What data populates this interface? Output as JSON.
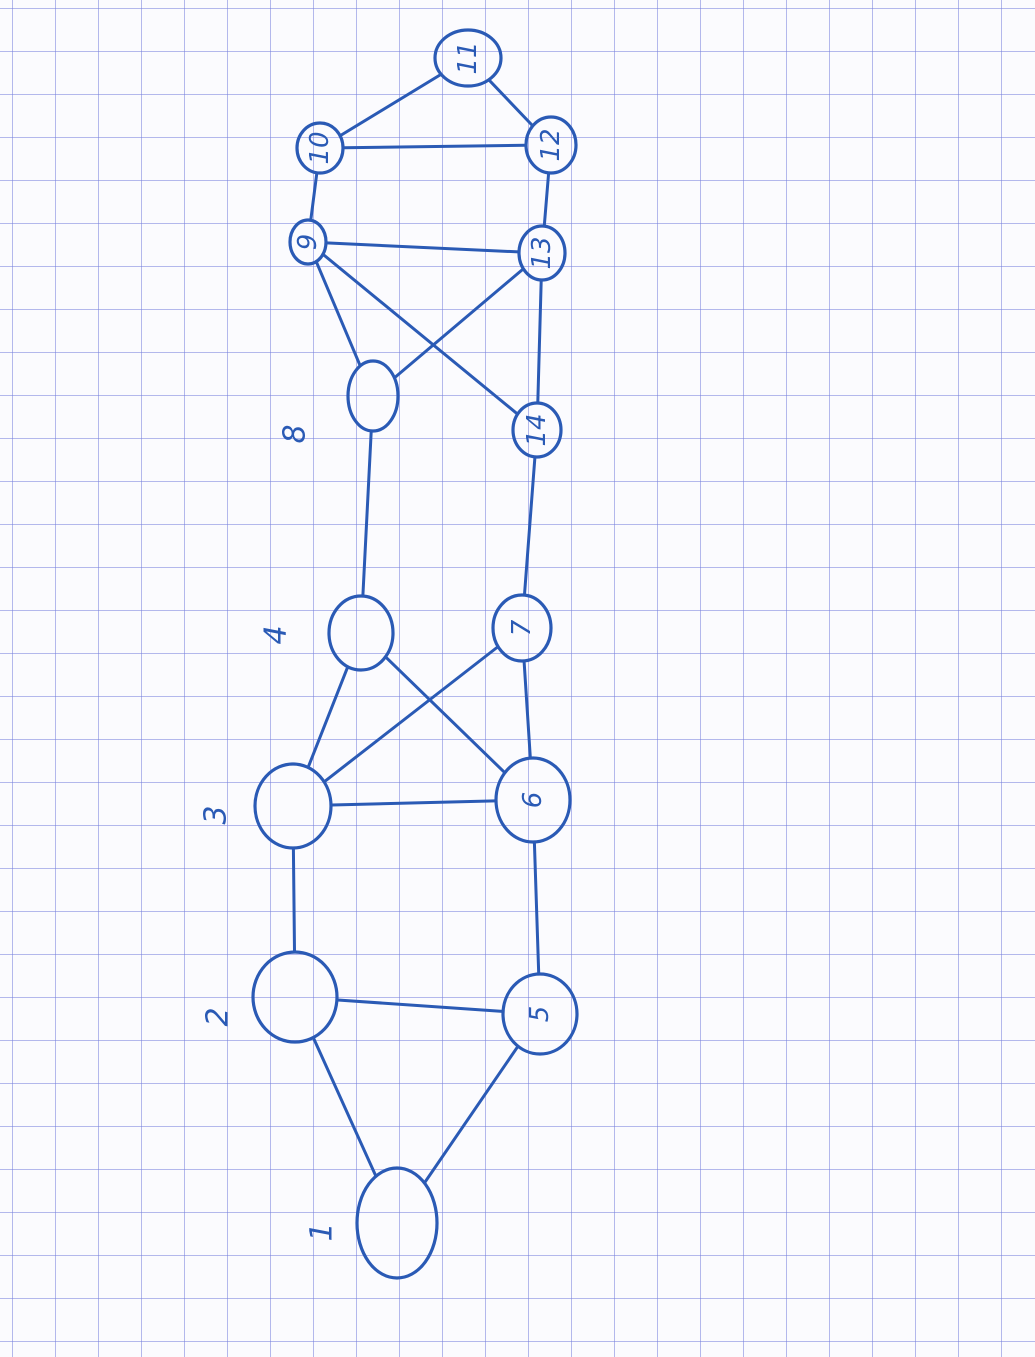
{
  "diagram": {
    "ink_color": "#2a5ab5",
    "grid_color": "#7882dc",
    "nodes": [
      {
        "id": "1",
        "label": "1"
      },
      {
        "id": "2",
        "label": "2"
      },
      {
        "id": "3",
        "label": "3"
      },
      {
        "id": "4",
        "label": "4"
      },
      {
        "id": "5",
        "label": "5"
      },
      {
        "id": "6",
        "label": "6"
      },
      {
        "id": "7",
        "label": "7"
      },
      {
        "id": "8",
        "label": "8"
      },
      {
        "id": "9",
        "label": "9"
      },
      {
        "id": "10",
        "label": "10"
      },
      {
        "id": "11",
        "label": "11"
      },
      {
        "id": "12",
        "label": "12"
      },
      {
        "id": "13",
        "label": "13"
      },
      {
        "id": "14",
        "label": "14"
      }
    ],
    "edges": [
      [
        "1",
        "2"
      ],
      [
        "1",
        "5"
      ],
      [
        "2",
        "3"
      ],
      [
        "2",
        "5"
      ],
      [
        "3",
        "4"
      ],
      [
        "3",
        "6"
      ],
      [
        "3",
        "7"
      ],
      [
        "4",
        "6"
      ],
      [
        "4",
        "8"
      ],
      [
        "5",
        "6"
      ],
      [
        "6",
        "7"
      ],
      [
        "7",
        "14"
      ],
      [
        "8",
        "9"
      ],
      [
        "8",
        "13"
      ],
      [
        "9",
        "10"
      ],
      [
        "9",
        "13"
      ],
      [
        "9",
        "14"
      ],
      [
        "10",
        "11"
      ],
      [
        "10",
        "12"
      ],
      [
        "11",
        "12"
      ],
      [
        "12",
        "13"
      ],
      [
        "13",
        "14"
      ]
    ]
  }
}
